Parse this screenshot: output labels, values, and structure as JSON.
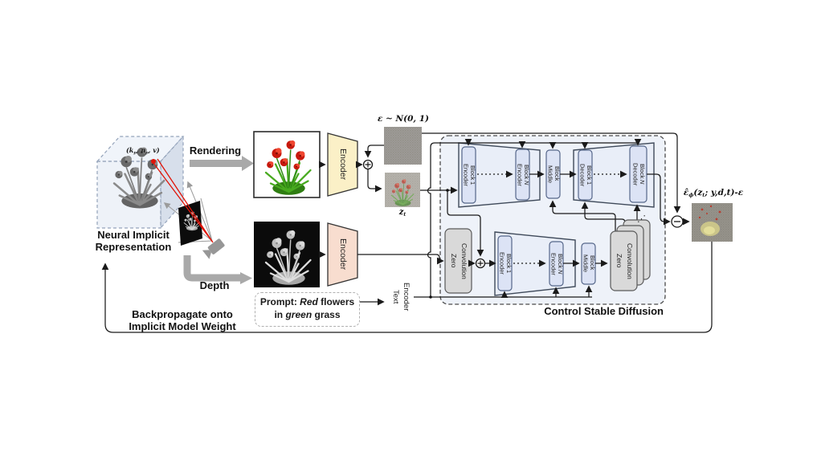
{
  "colors": {
    "region_fill": "#eef2f9",
    "block_fill": "#dce3f5",
    "block_border": "#56678a",
    "gray_box": "#d9d9d9",
    "text_encoder_fill": "#dcecc9",
    "image_encoder_fill": "#fbf0c7",
    "depth_encoder_fill": "#f8ddcf",
    "thick_arrow": "#a9a9a9",
    "flower_red": "#c8190d",
    "grass_green": "#48aa1f",
    "line": "#1a1a1a"
  },
  "left": {
    "point_label": {
      "p1": "(k",
      "s1": "p",
      "p2": ", n",
      "s2": "p",
      "p3": ", v)"
    },
    "nir_line1": "Neural Implicit",
    "nir_line2": "Representation",
    "rendering": "Rendering",
    "depth": "Depth",
    "backprop_line1": "Backpropagate onto",
    "backprop_line2": "Implicit Model Weight"
  },
  "prompt": {
    "prefix": "Prompt: ",
    "emph1": "Red",
    "mid": " flowers",
    "line2_prefix": "in ",
    "emph2": "green",
    "suffix": " grass"
  },
  "encoders": {
    "image_encoder": "Encoder",
    "depth_encoder": "Encoder",
    "text_encoder_l1": "Text",
    "text_encoder_l2": "Encoder"
  },
  "latents": {
    "noise_prefix": "ε ~ ",
    "noise_dist": "N",
    "noise_args": "(0, 1)",
    "zt_base": "z",
    "zt_sub": "t"
  },
  "diffusion": {
    "region_label": "Control Stable Diffusion",
    "unet_top": [
      {
        "l1": "Encoder",
        "l2": "Block",
        "suffix": "1"
      },
      {
        "l1": "Encoder",
        "l2": "Block",
        "suffix": "N"
      },
      {
        "l1": "Middle",
        "l2": "Block",
        "suffix": ""
      },
      {
        "l1": "Decoder",
        "l2": "Block",
        "suffix": "1"
      },
      {
        "l1": "Decoder",
        "l2": "Block",
        "suffix": "N"
      }
    ],
    "controlnet": {
      "zero_conv_in_l1": "Zero",
      "zero_conv_in_l2": "Convolution",
      "blocks": [
        {
          "l1": "Encoder",
          "l2": "Block",
          "suffix": "1"
        },
        {
          "l1": "Encoder",
          "l2": "Block",
          "suffix": "N"
        },
        {
          "l1": "Middle",
          "l2": "Block",
          "suffix": ""
        }
      ],
      "zero_conv_out_l1": "Zero",
      "zero_conv_out_l2": "Convolution",
      "stack_dots": "⋰"
    }
  },
  "output": {
    "label": {
      "eps_hat": "ε̂",
      "theta_sub": "ϕ",
      "p1": "(z",
      "t_sub": "t",
      "p2": "; y,d,t)-ε"
    }
  }
}
